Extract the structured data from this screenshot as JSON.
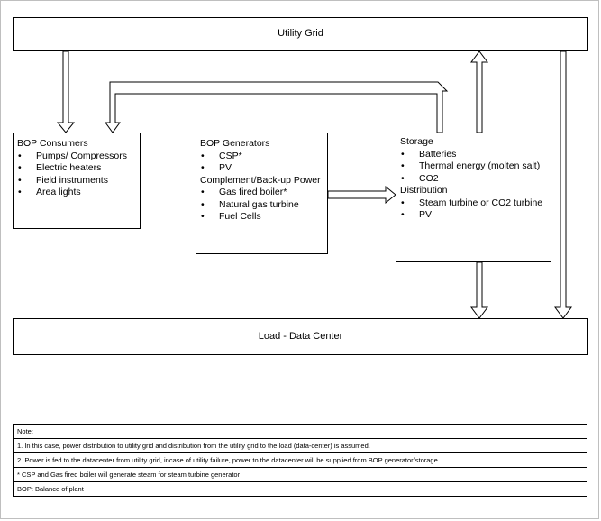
{
  "utility_grid": {
    "label": "Utility Grid"
  },
  "load": {
    "label": "Load - Data Center"
  },
  "bop_consumers": {
    "title": "BOP Consumers",
    "bullet": "•",
    "items": [
      "Pumps/ Compressors",
      "Electric heaters",
      "Field instruments",
      "Area lights"
    ]
  },
  "bop_generators": {
    "title": "BOP Generators",
    "bullet": "•",
    "items": [
      "CSP*",
      "PV"
    ],
    "subtitle": "Complement/Back-up Power",
    "sub_items": [
      "Gas fired boiler*",
      "Natural gas turbine",
      "Fuel Cells"
    ]
  },
  "storage": {
    "title": "Storage",
    "bullet": "•",
    "items": [
      "Batteries",
      "Thermal energy (molten salt)",
      "CO2"
    ],
    "subtitle": "Distribution",
    "sub_items": [
      "Steam turbine or CO2 turbine",
      "PV"
    ]
  },
  "notes": [
    "Note:",
    "1. In this case, power distribution to utility grid and distribution from the utility grid to the load (data-center) is assumed.",
    "2. Power is fed to the datacenter from utility grid, incase of utility failure, power to the datacenter will be supplied from BOP generator/storage.",
    "* CSP and Gas fired boiler will generate steam for steam turbine generator",
    "BOP: Balance of plant"
  ],
  "colors": {
    "line": "#000000",
    "border": "#bfbfbf",
    "background": "#ffffff"
  }
}
